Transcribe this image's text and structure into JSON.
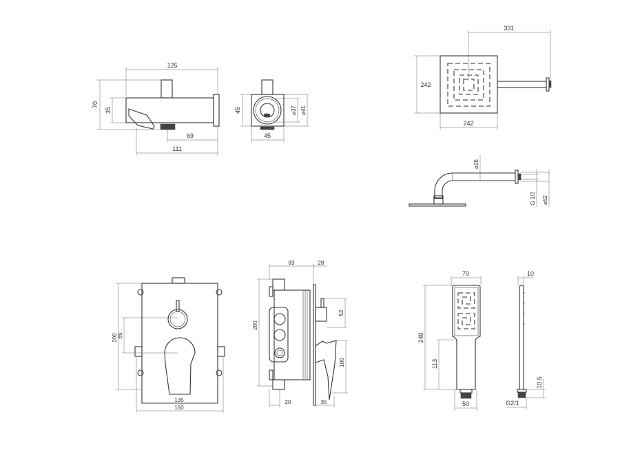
{
  "bath_spout": {
    "side_view": {
      "overall_length": "125",
      "overall_height": "70",
      "body_height": "35",
      "outlet_distance": "69",
      "projection": "111"
    },
    "front_view": {
      "height": "45",
      "width": "45",
      "inner_diameter": "⌀37",
      "outer_diameter": "⌀41"
    }
  },
  "shower_head": {
    "top_view": {
      "arm_reach": "331",
      "height": "242",
      "width": "242"
    },
    "side_view": {
      "arm_diameter": "⌀25",
      "thread": "G 1/2",
      "flange_diameter": "⌀52"
    }
  },
  "concealed_mixer": {
    "front_view": {
      "height": "200",
      "knob_spacing": "65",
      "inner_width": "135",
      "plate_width": "160"
    },
    "side_view": {
      "body_depth": "83",
      "plate_projection": "28",
      "height": "200",
      "knob_height": "52",
      "lever_height": "100",
      "inlet_offset": "20",
      "lever_depth": "35"
    }
  },
  "hand_shower": {
    "front_view": {
      "width": "70",
      "length": "240",
      "handle_length": "113",
      "handle_width": "50"
    },
    "side_view": {
      "thickness": "10",
      "connector_length": "10.5",
      "thread": "G2/1"
    }
  }
}
